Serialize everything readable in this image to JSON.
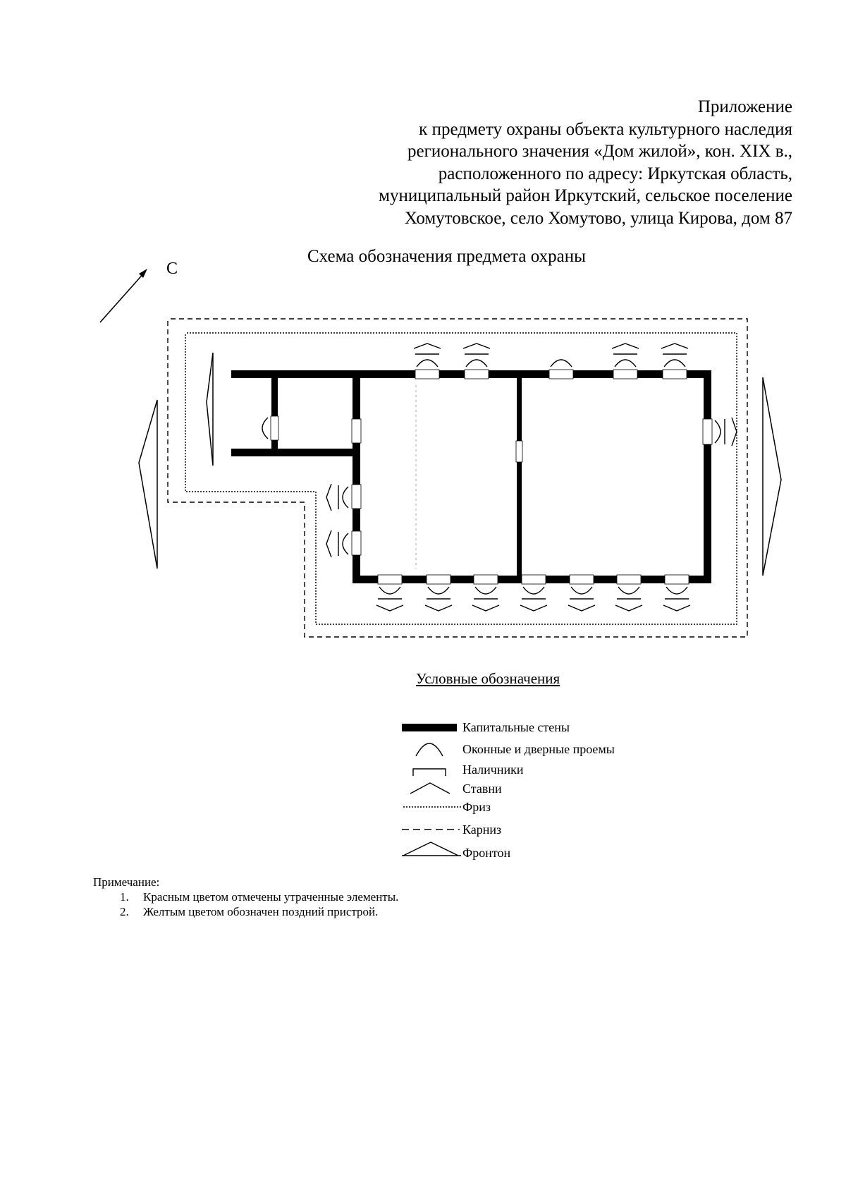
{
  "header": {
    "lines": [
      "Приложение",
      "к предмету охраны объекта культурного наследия",
      "регионального значения «Дом жилой», кон. XIX в.,",
      "расположенного по адресу: Иркутская область,",
      "муниципальный район Иркутский, сельское поселение",
      "Хомутовское, село Хомутово, улица Кирова, дом 87"
    ]
  },
  "scheme": {
    "title": "Схема обозначения предмета охраны",
    "north_label": "С"
  },
  "legend": {
    "title": "Условные обозначения",
    "items": [
      {
        "icon": "capital-wall-symbol",
        "label": "Капитальные стены"
      },
      {
        "icon": "opening-arc-symbol",
        "label": "Оконные и дверные проемы"
      },
      {
        "icon": "casing-symbol",
        "label": "Наличники"
      },
      {
        "icon": "shutter-symbol",
        "label": "Ставни"
      },
      {
        "icon": "frieze-dotted-line",
        "label": "Фриз"
      },
      {
        "icon": "cornice-dashed-line",
        "label": "Карниз"
      },
      {
        "icon": "pediment-triangle",
        "label": "Фронтон"
      }
    ]
  },
  "notes": {
    "title": "Примечание:",
    "items": [
      {
        "num": "1.",
        "text": "Красным цветом отмечены утраченные элементы."
      },
      {
        "num": "2.",
        "text": "Желтым цветом обозначен поздний пристрой."
      }
    ]
  }
}
